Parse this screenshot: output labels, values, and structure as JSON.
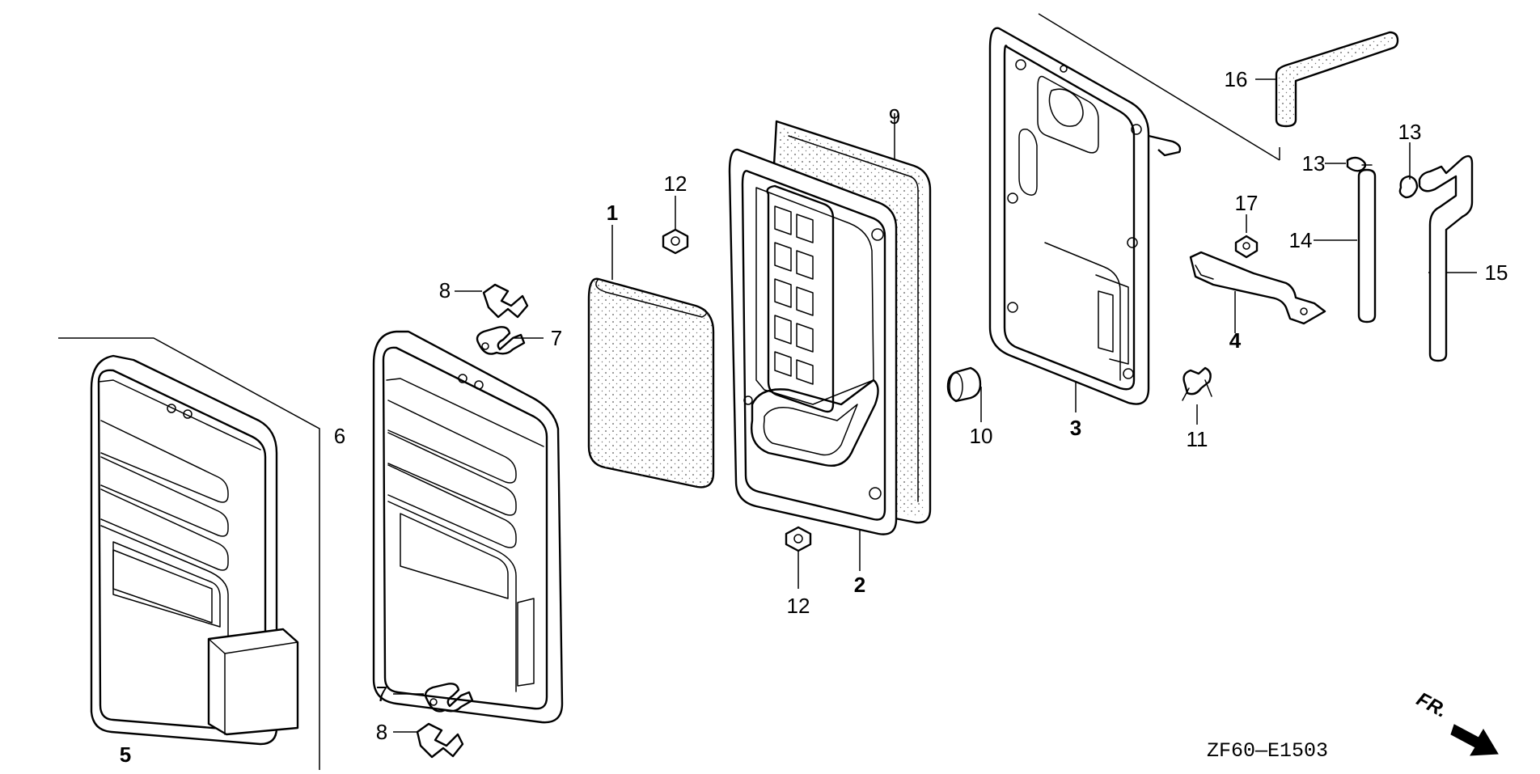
{
  "callouts": {
    "c1": "1",
    "c2": "2",
    "c3": "3",
    "c4": "4",
    "c5": "5",
    "c6": "6",
    "c7a": "7",
    "c7b": "7",
    "c8a": "8",
    "c8b": "8",
    "c9": "9",
    "c10": "10",
    "c11": "11",
    "c12a": "12",
    "c12b": "12",
    "c13a": "13",
    "c13b": "13",
    "c14": "14",
    "c15": "15",
    "c16": "16",
    "c17": "17"
  },
  "diagram_code": "ZF60—E1503",
  "front_marker": {
    "label": "FR.",
    "icon": "front-direction-arrow-icon"
  }
}
